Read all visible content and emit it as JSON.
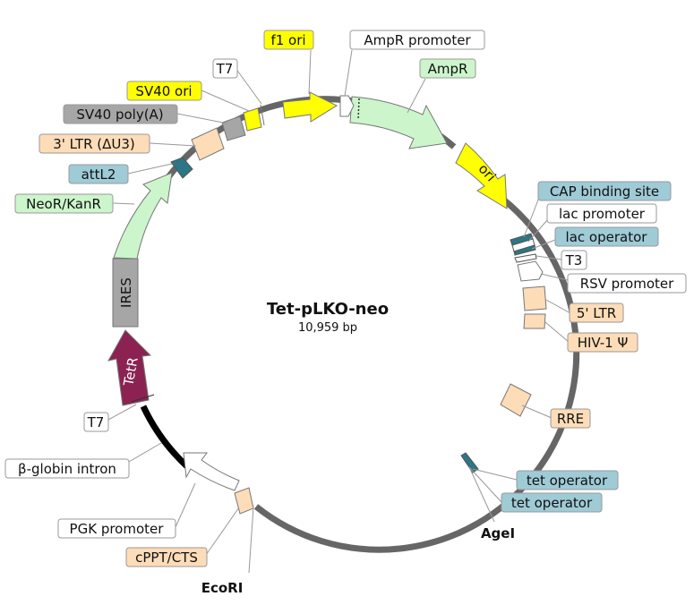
{
  "plasmid": {
    "name": "Tet-pLKO-neo",
    "size_label": "10,959 bp"
  },
  "features": {
    "f1_ori": "f1 ori",
    "ampr_promoter": "AmpR promoter",
    "ampr": "AmpR",
    "t7_top": "T7",
    "sv40_ori": "SV40 ori",
    "sv40_polya": "SV40 poly(A)",
    "ltr3": "3' LTR (ΔU3)",
    "attl2": "attL2",
    "neor_kanr": "NeoR/KanR",
    "ori": "ori",
    "cap_binding_site": "CAP binding site",
    "lac_promoter": "lac promoter",
    "lac_operator": "lac operator",
    "t3": "T3",
    "rsv_promoter": "RSV promoter",
    "ltr5": "5' LTR",
    "hiv1_psi": "HIV-1 Ψ",
    "rre": "RRE",
    "tet_operator_1": "tet operator",
    "tet_operator_2": "tet operator",
    "agei": "AgeI",
    "ires": "IRES",
    "tetr": "TetR",
    "t7_left": "T7",
    "beta_globin_intron": "β-globin intron",
    "pgk_promoter": "PGK promoter",
    "cppt_cts": "cPPT/CTS",
    "ecori": "EcoRI"
  },
  "colors": {
    "backbone": "#666666",
    "ori_yellow": "#ffff00",
    "resistance_green": "#ccf5cc",
    "regulatory_teal": "#9ecbd6",
    "ltr_peach": "#fddcb8",
    "polya_gray": "#a6a6a6",
    "tetr_magenta": "#8b2252",
    "intron_black": "#000000",
    "promoter_white": "#ffffff"
  }
}
